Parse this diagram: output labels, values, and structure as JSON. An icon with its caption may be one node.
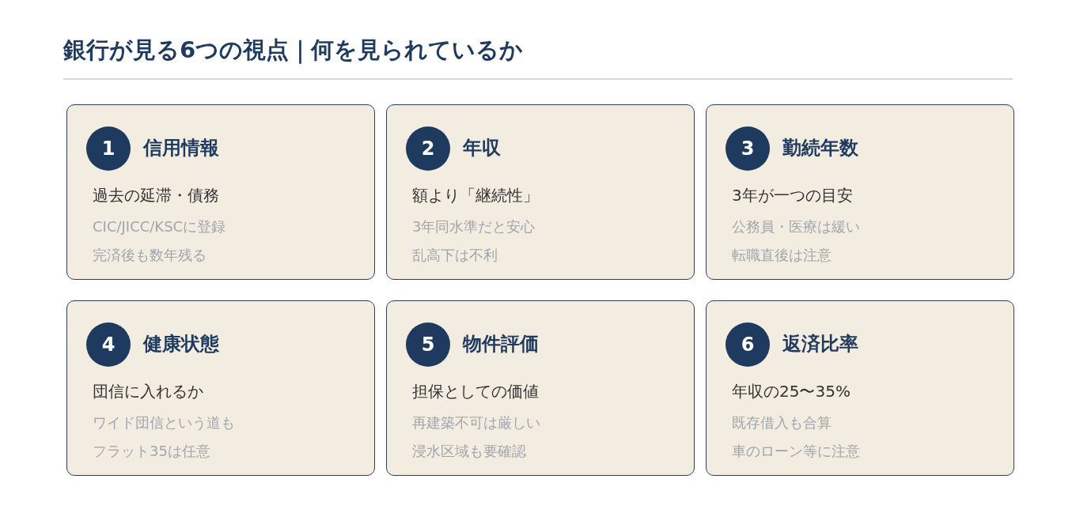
{
  "diagram": {
    "title": "銀行が見る6つの視点｜何を見られているか",
    "nodes": [
      {
        "text": [
          "信用情報",
          "過去の延滞・債務",
          "CIC/JICC/KSCに登録",
          "完済後も数年残る"
        ]
      },
      {
        "text": [
          "1"
        ],
        "in": 0
      },
      {
        "text": [
          "年収",
          "額より「継続性」",
          "3年同水準だと安心",
          "乱高下は不利"
        ]
      },
      {
        "text": [
          "2"
        ],
        "in": 2
      },
      {
        "text": [
          "勤続年数",
          "3年が一つの目安",
          "公務員・医療は緩い",
          "転職直後は注意"
        ]
      },
      {
        "text": [
          "3"
        ],
        "in": 4
      },
      {
        "text": [
          "健康状態",
          "団信に入れるか",
          "ワイド団信という道も",
          "フラット35は任意"
        ]
      },
      {
        "text": [
          "4"
        ],
        "in": 6
      },
      {
        "text": [
          "物件評価",
          "担保としての価値",
          "再建築不可は厳しい",
          "浸水区域も要確認"
        ]
      },
      {
        "text": [
          "5"
        ],
        "in": 8
      },
      {
        "text": [
          "返済比率",
          "年収の25〜35%",
          "既存借入も合算",
          "車のローン等に注意"
        ]
      },
      {
        "text": [
          "6"
        ],
        "in": 10
      }
    ]
  }
}
